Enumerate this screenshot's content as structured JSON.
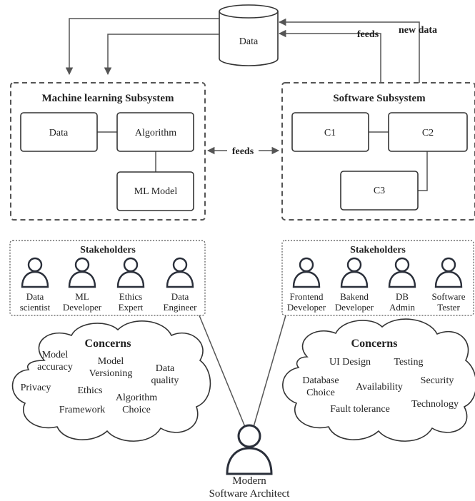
{
  "database": {
    "label": "Data"
  },
  "arrows": {
    "feeds_top": "feeds",
    "new_data": "new data",
    "feeds_middle": "feeds"
  },
  "ml_subsystem": {
    "title": "Machine learning Subsystem",
    "components": {
      "data": "Data",
      "algorithm": "Algorithm",
      "model": "ML Model"
    }
  },
  "software_subsystem": {
    "title": "Software Subsystem",
    "components": {
      "c1": "C1",
      "c2": "C2",
      "c3": "C3"
    }
  },
  "ml_stakeholders": {
    "title": "Stakeholders",
    "people": [
      {
        "lines": [
          "Data",
          "scientist"
        ]
      },
      {
        "lines": [
          "ML",
          "Developer"
        ]
      },
      {
        "lines": [
          "Ethics",
          "Expert"
        ]
      },
      {
        "lines": [
          "Data",
          "Engineer"
        ]
      }
    ]
  },
  "sw_stakeholders": {
    "title": "Stakeholders",
    "people": [
      {
        "lines": [
          "Frontend",
          "Developer"
        ]
      },
      {
        "lines": [
          "Bakend",
          "Developer"
        ]
      },
      {
        "lines": [
          "DB",
          "Admin"
        ]
      },
      {
        "lines": [
          "Software",
          "Tester"
        ]
      }
    ]
  },
  "ml_concerns": {
    "title": "Concerns",
    "items": [
      {
        "lines": [
          "Model",
          "accuracy"
        ]
      },
      {
        "lines": [
          "Model",
          "Versioning"
        ]
      },
      {
        "lines": [
          "Data",
          "quality"
        ]
      },
      {
        "lines": [
          "Privacy"
        ]
      },
      {
        "lines": [
          "Ethics"
        ]
      },
      {
        "lines": [
          "Algorithm",
          "Choice"
        ]
      },
      {
        "lines": [
          "Framework"
        ]
      }
    ]
  },
  "sw_concerns": {
    "title": "Concerns",
    "items": [
      {
        "lines": [
          "UI Design"
        ]
      },
      {
        "lines": [
          "Testing"
        ]
      },
      {
        "lines": [
          "Database",
          "Choice"
        ]
      },
      {
        "lines": [
          "Availability"
        ]
      },
      {
        "lines": [
          "Security"
        ]
      },
      {
        "lines": [
          "Technology"
        ]
      },
      {
        "lines": [
          "Fault tolerance"
        ]
      }
    ]
  },
  "architect": {
    "lines": [
      "Modern",
      "Software Architect"
    ]
  }
}
